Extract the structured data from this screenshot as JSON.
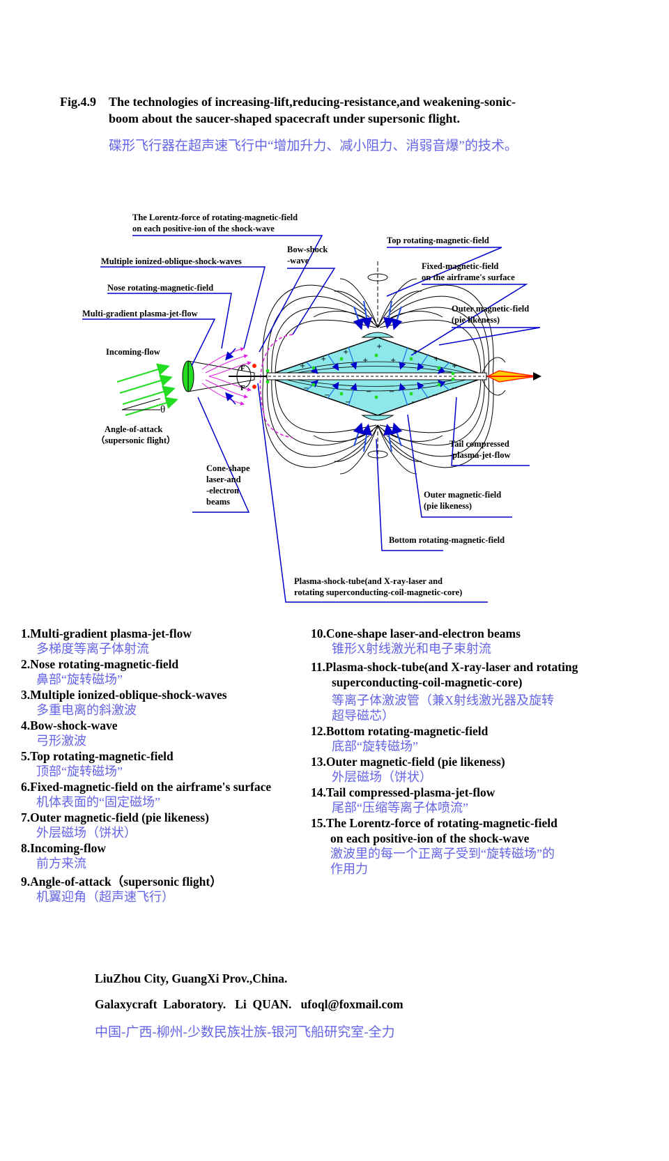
{
  "header": {
    "fig_label": "Fig.4.9",
    "title_line1": "The technologies of increasing-lift,reducing-resistance,and weakening-sonic-",
    "title_line2": "boom about the saucer-shaped spacecraft under supersonic flight.",
    "title_cn": "碟形飞行器在超声速飞行中“增加升力、减小阻力、消弱音爆”的技术。"
  },
  "diagram": {
    "labels": {
      "lorentz_1": "The Lorentz-force of rotating-magnetic-field",
      "lorentz_2": "on each positive-ion of the shock-wave",
      "multiple_shock": "Multiple ionized-oblique-shock-waves",
      "nose_field": "Nose rotating-magnetic-field",
      "plasma_jet": "Multi-gradient plasma-jet-flow",
      "incoming": "Incoming-flow",
      "aoa_1": "Angle-of-attack",
      "aoa_2": "（supersonic flight）",
      "theta": "θ",
      "force": "F",
      "cone_1": "Cone-shape",
      "cone_2": "laser-and",
      "cone_3": "-electron",
      "cone_4": "beams",
      "bow_1": "Bow-shock",
      "bow_2": "-wave",
      "top_field": "Top rotating-magnetic-field",
      "fixed_1": "Fixed-magnetic-field",
      "fixed_2": "on the airframe's surface",
      "outer_top_1": "Outer magnetic-field",
      "outer_top_2": "(pie likeness)",
      "tail_1": "Tail compressed",
      "tail_2": "-plasma-jet-flow",
      "outer_bot_1": "Outer magnetic-field",
      "outer_bot_2": "(pie likeness)",
      "bottom_field": "Bottom rotating-magnetic-field",
      "tube_1": "Plasma-shock-tube(and X-ray-laser and",
      "tube_2": "rotating superconducting-coil-magnetic-core)"
    },
    "colors": {
      "label_line": "#0000cc",
      "saucer_fill": "#8ee8ea",
      "field_line": "#000000",
      "shock": "#e020e0",
      "arrow_green": "#22dd22",
      "tail_jet": "#ff2200"
    }
  },
  "legend": {
    "left": [
      {
        "en": "1.Multi-gradient plasma-jet-flow",
        "cn": "多梯度等离子体射流"
      },
      {
        "en": "2.Nose rotating-magnetic-field",
        "cn": "鼻部“旋转磁场”"
      },
      {
        "en": "3.Multiple ionized-oblique-shock-waves",
        "cn": "多重电离的斜激波"
      },
      {
        "en": "4.Bow-shock-wave",
        "cn": "弓形激波"
      },
      {
        "en": "5.Top rotating-magnetic-field",
        "cn": "顶部“旋转磁场”"
      },
      {
        "en": "6.Fixed-magnetic-field on the airframe's surface",
        "cn": "机体表面的“固定磁场”"
      },
      {
        "en": "7.Outer magnetic-field (pie likeness)",
        "cn": "外层磁场（饼状）"
      },
      {
        "en": "8.Incoming-flow",
        "cn": "前方来流"
      },
      {
        "en": "9.Angle-of-attack（supersonic flight）",
        "cn": "机翼迎角（超声速飞行）"
      }
    ],
    "right": [
      {
        "en": "10.Cone-shape laser-and-electron beams",
        "cn": "锥形X射线激光和电子束射流"
      },
      {
        "en": "11.Plasma-shock-tube(and X-ray-laser and rotating",
        "en2": "superconducting-coil-magnetic-core)",
        "cn": "等离子体激波管（兼X射线激光器及旋转",
        "cn2": "超导磁芯）"
      },
      {
        "en": "12.Bottom rotating-magnetic-field",
        "cn": "底部“旋转磁场”"
      },
      {
        "en": "13.Outer magnetic-field (pie likeness)",
        "cn": "外层磁场（饼状）"
      },
      {
        "en": "14.Tail compressed-plasma-jet-flow",
        "cn": "尾部“压缩等离子体喷流”"
      },
      {
        "en": "15.The Lorentz-force of rotating-magnetic-field",
        "en2": "on each positive-ion of the shock-wave",
        "cn": "激波里的每一个正离子受到“旋转磁场”的",
        "cn2": "作用力"
      }
    ]
  },
  "footer": {
    "line1": "LiuZhou City, GuangXi Prov.,China.",
    "line2": "Galaxycraft  Laboratory.   Li  QUAN.   ufoql@foxmail.com",
    "line3_cn": "中国-广西-柳州-少数民族壮族-银河飞船研究室-全力"
  }
}
